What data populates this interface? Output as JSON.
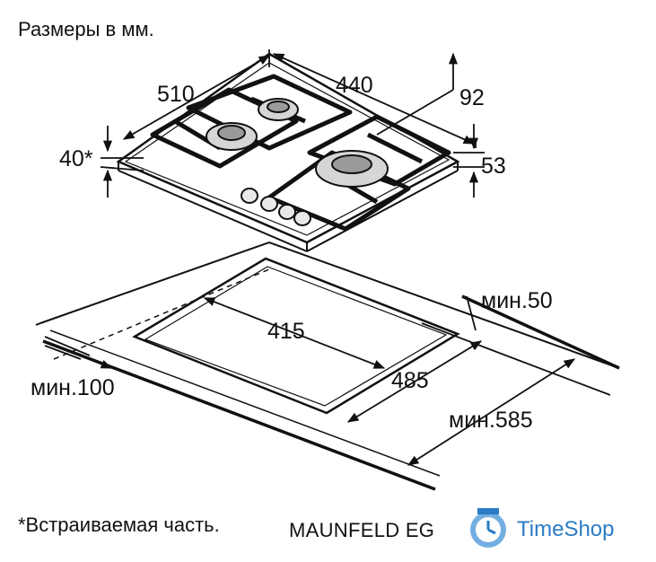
{
  "title": "Размеры в мм.",
  "dimensions": {
    "width_510": "510",
    "depth_440": "440",
    "knob_92": "92",
    "height_53": "53",
    "built_in_40": "40*",
    "cutout_width_415": "415",
    "cutout_depth_485": "485",
    "min_50": "мин.50",
    "min_100": "мин.100",
    "min_585": "мин.585"
  },
  "footnote": "*Встраиваемая часть.",
  "model": "MAUNFELD EG",
  "brand": {
    "name": "TimeShop",
    "color": "#2a7bc4"
  }
}
